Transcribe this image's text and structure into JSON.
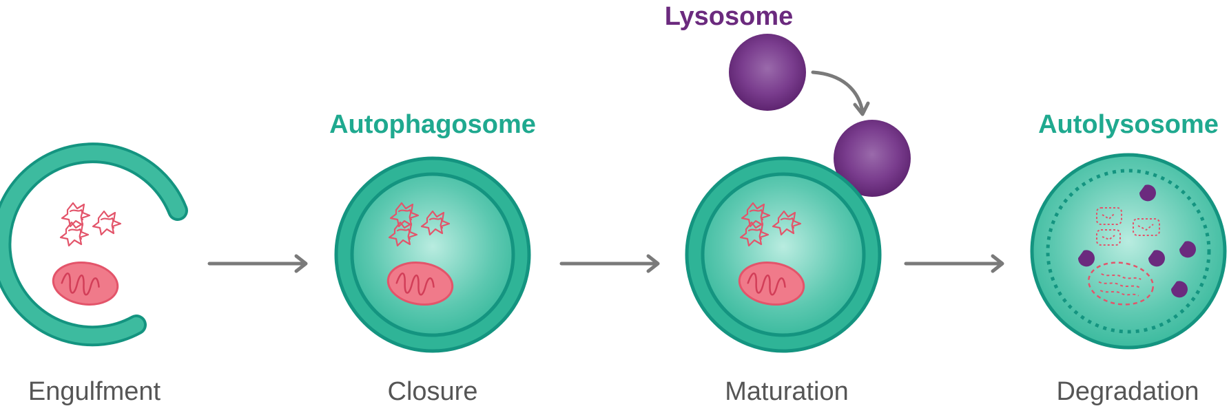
{
  "diagram": {
    "titles": {
      "autophagosome": "Autophagosome",
      "lysosome": "Lysosome",
      "autolysosome": "Autolysosome"
    },
    "stages": [
      {
        "label": "Engulfment"
      },
      {
        "label": "Closure"
      },
      {
        "label": "Maturation"
      },
      {
        "label": "Degradation"
      }
    ],
    "colors": {
      "membrane": "#1fa98f",
      "lumen": "#7fd6c4",
      "lysosome": "#6b2a7e",
      "cargo": "#f07a8a",
      "arrow": "#7a7a7a",
      "label": "#555555"
    }
  }
}
